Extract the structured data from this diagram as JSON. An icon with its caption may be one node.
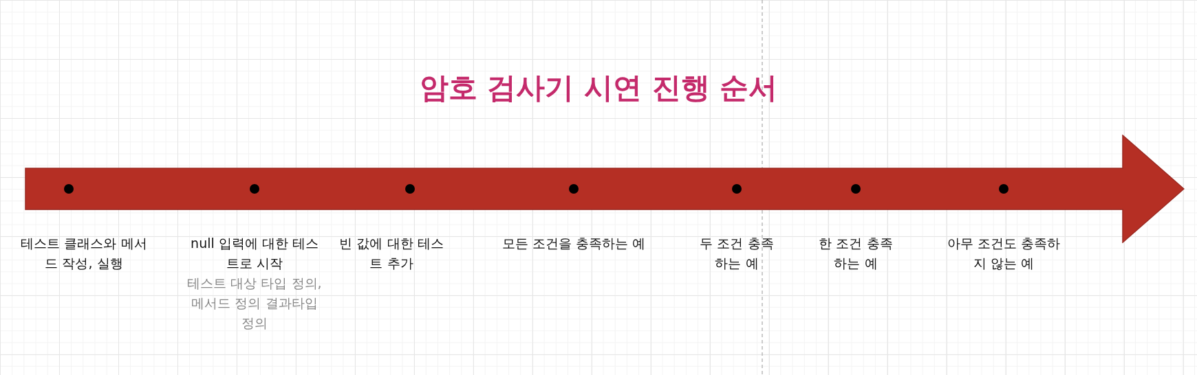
{
  "diagram": {
    "title": "암호 검사기 시연 진행 순서",
    "nodes": [
      {
        "text": [],
        "shape": "arrow"
      },
      {
        "text": [],
        "shape": "circle",
        "in": 0,
        "beside": [
          "테스트 클래스와 메서드 작성, 실행"
        ]
      },
      {
        "text": [],
        "shape": "circle",
        "in": 0,
        "beside": [
          "null 입력에 대한 테스트로 시작",
          "테스트 대상 타입 정의, 메서드 정의 결과타입 정의"
        ]
      },
      {
        "text": [],
        "shape": "circle",
        "in": 0,
        "beside": [
          "빈 값에 대한 테스트 추가"
        ]
      },
      {
        "text": [],
        "shape": "circle",
        "in": 0,
        "beside": [
          "모든 조건을 충족하는 예"
        ]
      },
      {
        "text": [],
        "shape": "circle",
        "in": 0,
        "beside": [
          "두 조건 충족하는 예"
        ]
      },
      {
        "text": [],
        "shape": "circle",
        "in": 0,
        "beside": [
          "한 조건 충족하는 예"
        ]
      },
      {
        "text": [],
        "shape": "circle",
        "in": 0,
        "beside": [
          "아무 조건도 충족하지 않는 예"
        ]
      }
    ],
    "edges": []
  }
}
